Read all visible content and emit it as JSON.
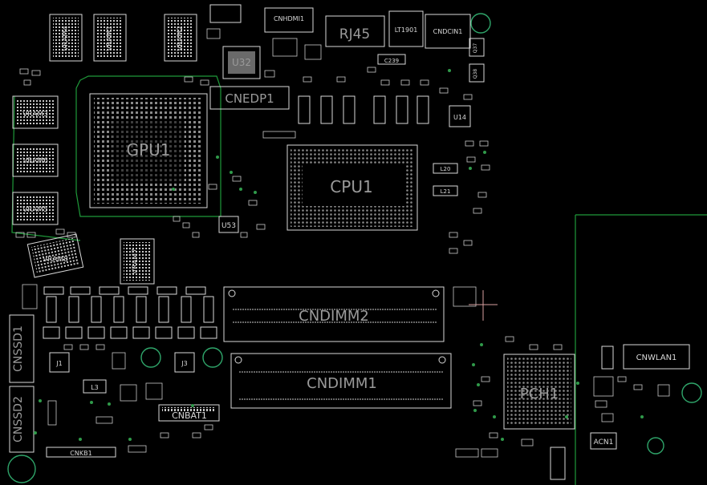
{
  "components": {
    "gpu": "GPU1",
    "cpu": "CPU1",
    "pch": "PCH1",
    "rj45": "RJ45",
    "lt1901": "LT1901",
    "cndcin1": "CNDCIN1",
    "cnhdmi1": "CNHDMI1",
    "u32": "U32",
    "cnedp1": "CNEDP1",
    "u14": "U14",
    "u53": "U53",
    "cndimm2": "CNDIMM2",
    "cndimm1": "CNDIMM1",
    "cnssd1": "CNSSD1",
    "cnssd2": "CNSSD2",
    "cnkb1": "CNKB1",
    "cnbat1": "CNBAT1",
    "cnwlan1": "CNWLAN1",
    "acn1": "ACN1",
    "j1": "J1",
    "j3": "J3",
    "l3": "L3",
    "l20": "L20",
    "l21": "L21",
    "c239": "C239",
    "q37": "Q37",
    "q38": "Q38"
  },
  "vram": [
    "VRAM1",
    "VRAM2",
    "VRAM3",
    "VRAM4",
    "VRAM5",
    "VRAM6",
    "VRAM7",
    "VRAM8"
  ],
  "colors": {
    "background": "#000000",
    "silkscreen": "#d8d8d8",
    "label": "#9a9a9a",
    "trace": "#1f9a3a",
    "hole": "#2fa56a"
  }
}
